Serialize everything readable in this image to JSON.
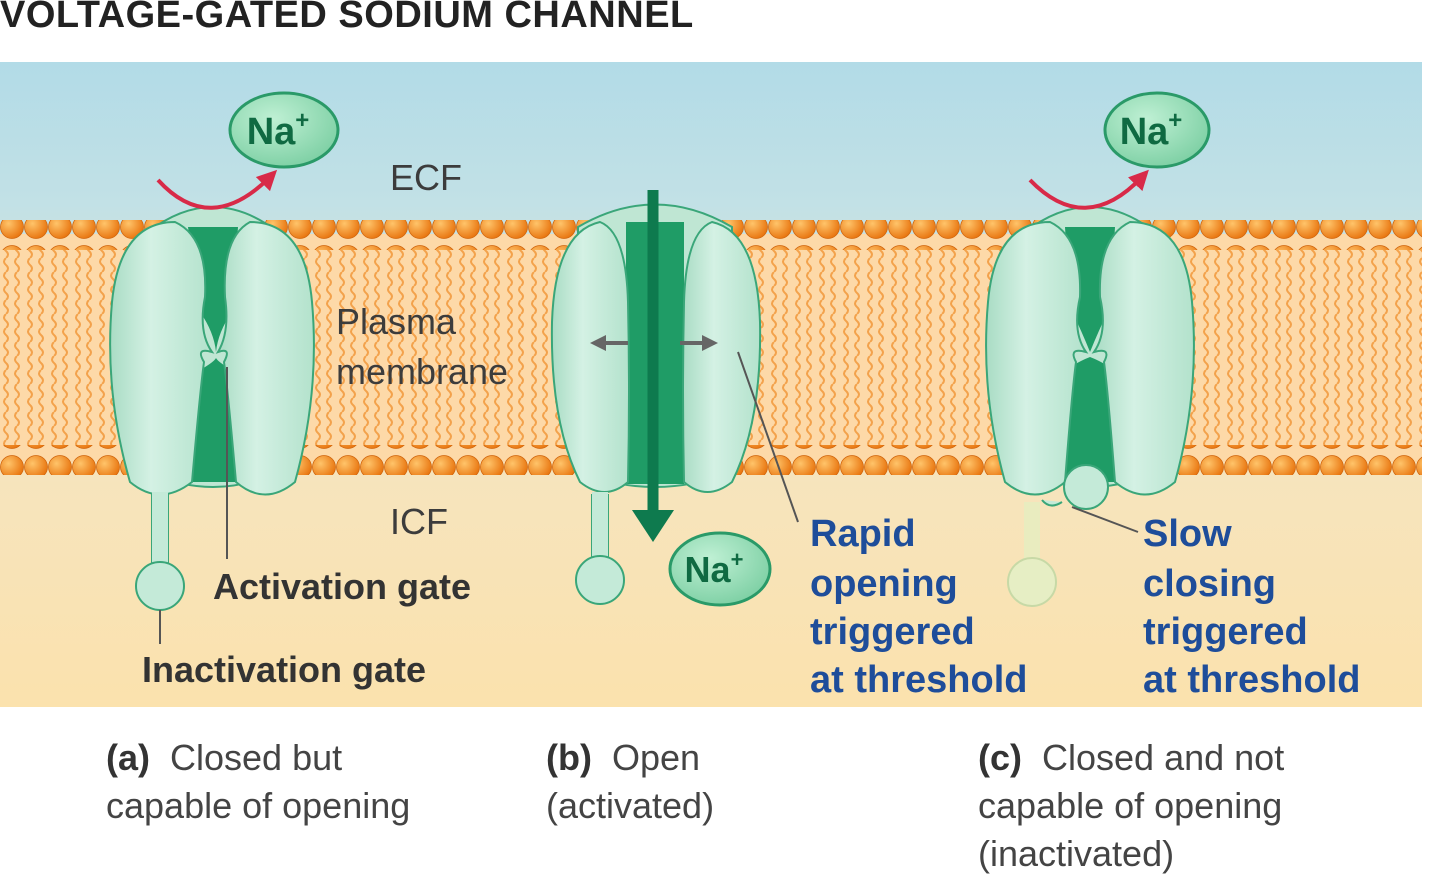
{
  "title": "VOLTAGE-GATED SODIUM CHANNEL",
  "labels": {
    "ecf": "ECF",
    "membrane_line1": "Plasma",
    "membrane_line2": "membrane",
    "icf": "ICF",
    "activation_gate": "Activation gate",
    "inactivation_gate": "Inactivation gate",
    "ion": "Na+",
    "ion_base": "Na",
    "ion_sup": "+"
  },
  "notes": {
    "rapid": [
      "Rapid",
      "opening",
      "triggered",
      "at threshold"
    ],
    "slow": [
      "Slow",
      "closing",
      "triggered",
      "at threshold"
    ]
  },
  "captions": {
    "a": {
      "letter": "(a)",
      "line1": "Closed but",
      "line2": "capable of opening"
    },
    "b": {
      "letter": "(b)",
      "line1": "Open",
      "line2": "(activated)"
    },
    "c": {
      "letter": "(c)",
      "line1": "Closed and not",
      "line2": "capable of opening",
      "line3": "(inactivated)"
    }
  },
  "colors": {
    "ecf": "#b3dde8",
    "icf": "#fbe3b0",
    "lipid_head": "#f08a1a",
    "protein_fill": "#c4ead8",
    "protein_stroke": "#2fa372",
    "pore": "#1f9c66",
    "arrow_green": "#0e7a4e",
    "arrow_red": "#d82a48",
    "note_blue": "#1e4d9a"
  }
}
